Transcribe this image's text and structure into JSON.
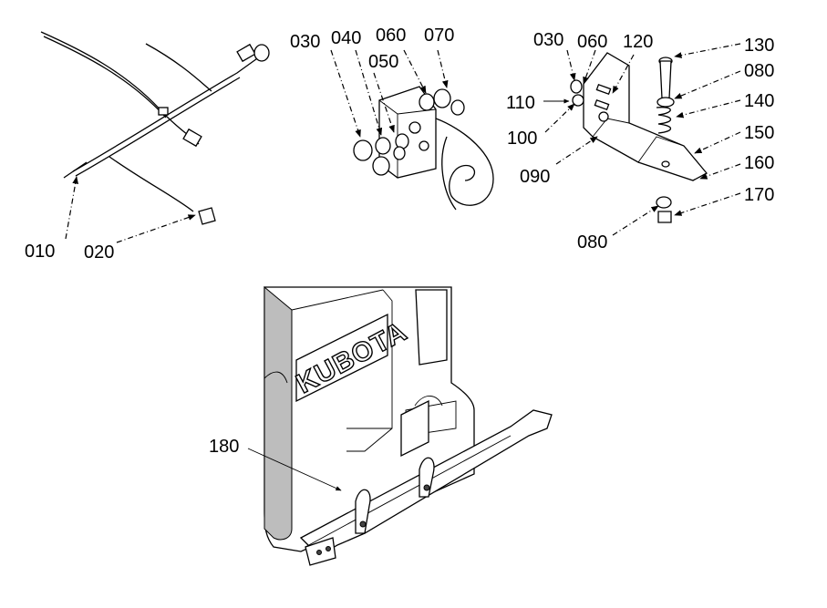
{
  "brand_label": "KUBOTA",
  "callouts": {
    "p010": "010",
    "p020": "020",
    "p030a": "030",
    "p040": "040",
    "p050": "050",
    "p060a": "060",
    "p070": "070",
    "p030b": "030",
    "p060b": "060",
    "p120": "120",
    "p130": "130",
    "p080a": "080",
    "p110": "110",
    "p140": "140",
    "p100": "100",
    "p150": "150",
    "p090": "090",
    "p160": "160",
    "p170": "170",
    "p080b": "080",
    "p180": "180"
  }
}
